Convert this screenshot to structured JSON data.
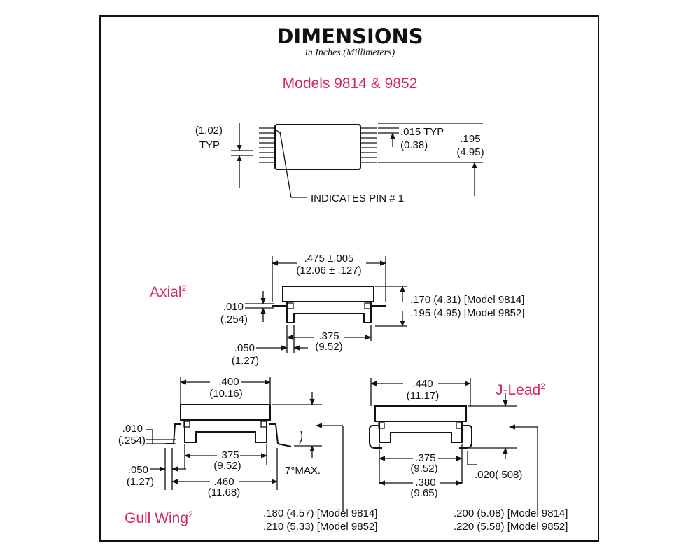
{
  "title": "DIMENSIONS",
  "subtitle": "in Inches (Millimeters)",
  "models_heading": "Models 9814 & 9852",
  "top_view": {
    "pitch_mm": "(1.02)",
    "pitch_typ": "TYP",
    "lead_width": ".015 TYP",
    "lead_width_mm": "(0.38)",
    "height_in": ".195",
    "height_mm": "(4.95)",
    "pin1_note": "INDICATES PIN # 1"
  },
  "axial": {
    "label": "Axial",
    "label_sup": "2",
    "length": ".475 ±.005",
    "length_mm": "(12.06 ± .127)",
    "lead_thickness": ".010",
    "lead_thickness_mm": "(.254)",
    "height_9814": ".170 (4.31) [Model 9814]",
    "height_9852": ".195 (4.95) [Model 9852]",
    "spacing": ".375",
    "spacing_mm": "(9.52)",
    "lead_offset": ".050",
    "lead_offset_mm": "(1.27)"
  },
  "gull_wing": {
    "label": "Gull Wing",
    "label_sup": "2",
    "body_width": ".400",
    "body_width_mm": "(10.16)",
    "lead_thickness": ".010",
    "lead_thickness_mm": "(.254)",
    "spacing": ".375",
    "spacing_mm": "(9.52)",
    "angle": "7°MAX.",
    "lead_offset": ".050",
    "lead_offset_mm": "(1.27)",
    "overall": ".460",
    "overall_mm": "(11.68)",
    "height_9814": ".180 (4.57) [Model 9814]",
    "height_9852": ".210 (5.33) [Model 9852]"
  },
  "j_lead": {
    "label": "J-Lead",
    "label_sup": "2",
    "body_width": ".440",
    "body_width_mm": "(11.17)",
    "spacing": ".375",
    "spacing_mm": "(9.52)",
    "standoff": ".020(.508)",
    "foot_span": ".380",
    "foot_span_mm": "(9.65)",
    "height_9814": ".200 (5.08) [Model 9814]",
    "height_9852": ".220 (5.58) [Model 9852]"
  },
  "colors": {
    "accent": "#d2285a",
    "ink": "#111111",
    "frame": "#111111"
  }
}
